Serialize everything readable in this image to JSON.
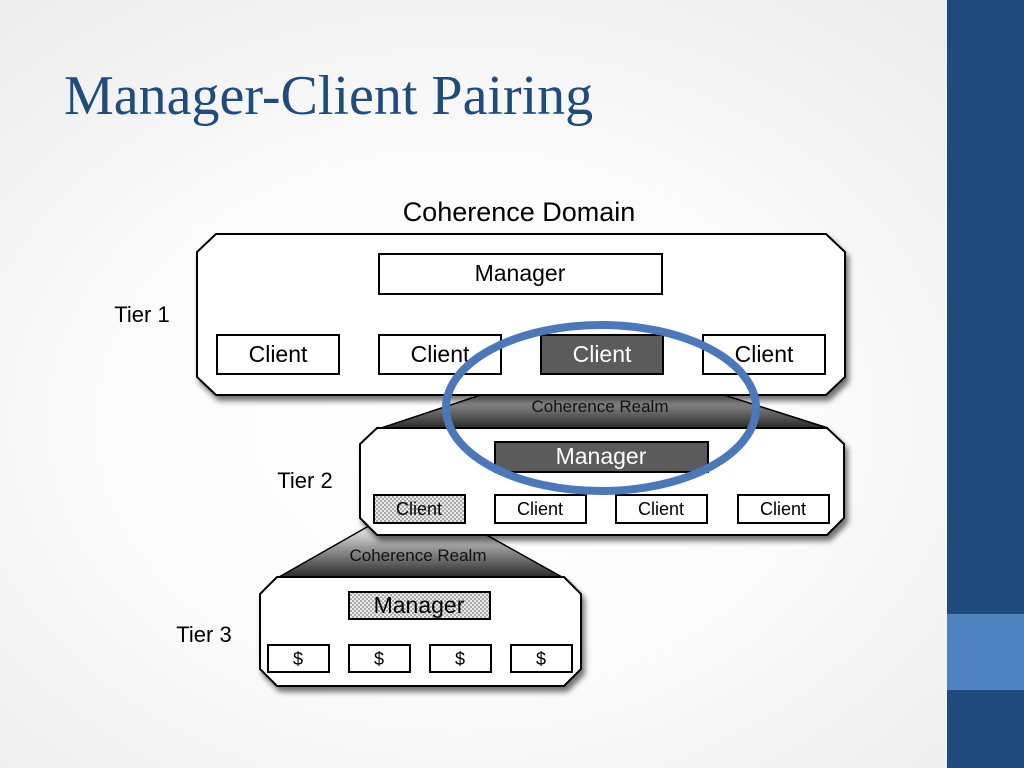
{
  "slide": {
    "title": "Manager-Client Pairing",
    "colors": {
      "sidebar": "#1e4a7c",
      "sidebar_accent": "#4f83c0",
      "title": "#1f4b7d",
      "highlight_ellipse": "#4a78b8"
    }
  },
  "diagram": {
    "domain_label": "Coherence Domain",
    "tier1": {
      "label": "Tier 1",
      "manager": "Manager",
      "clients": [
        "Client",
        "Client",
        "Client",
        "Client"
      ]
    },
    "realm1_label": "Coherence Realm",
    "tier2": {
      "label": "Tier 2",
      "manager": "Manager",
      "clients": [
        "Client",
        "Client",
        "Client",
        "Client"
      ]
    },
    "realm2_label": "Coherence Realm",
    "tier3": {
      "label": "Tier 3",
      "manager": "Manager",
      "caches": [
        "$",
        "$",
        "$",
        "$"
      ]
    }
  }
}
